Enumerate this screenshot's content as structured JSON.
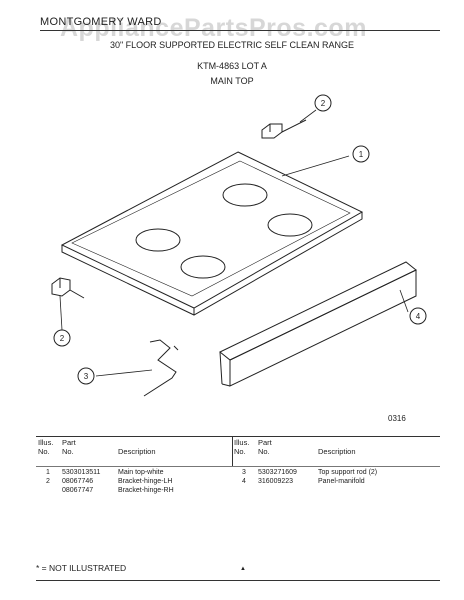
{
  "header": {
    "brand": "MONTGOMERY WARD",
    "watermark": "AppliancePartsPros.com",
    "title": "30\" FLOOR SUPPORTED ELECTRIC SELF CLEAN RANGE",
    "model": "KTM-4863 LOT A",
    "section": "MAIN TOP"
  },
  "callouts": [
    "1",
    "2",
    "2",
    "3",
    "4"
  ],
  "diagram_code": "0316",
  "table": {
    "left_headers": {
      "illus": "Illus.",
      "illus_no": "No.",
      "part": "Part",
      "part_no": "No.",
      "desc": "Description"
    },
    "right_headers": {
      "illus": "Illus.",
      "illus_no": "No.",
      "part": "Part",
      "part_no": "No.",
      "desc": "Description"
    },
    "left_rows": [
      {
        "illus": "1",
        "part": "5303013511",
        "desc": "Main top-white"
      },
      {
        "illus": "2",
        "part": "08067746",
        "desc": "Bracket-hinge-LH"
      },
      {
        "illus": "",
        "part": "08067747",
        "desc": "Bracket-hinge-RH"
      }
    ],
    "right_rows": [
      {
        "illus": "3",
        "part": "5303271609",
        "desc": "Top support rod (2)"
      },
      {
        "illus": "4",
        "part": "316009223",
        "desc": "Panel-manifold"
      }
    ]
  },
  "footer": {
    "note": "* = NOT ILLUSTRATED"
  }
}
